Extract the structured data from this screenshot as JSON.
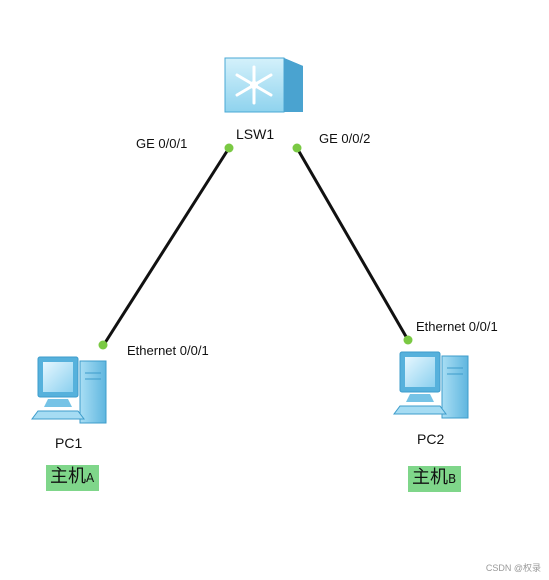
{
  "devices": {
    "switch": {
      "name": "LSW1"
    },
    "pc1": {
      "name": "PC1",
      "tag_main": "主机",
      "tag_sub": "A"
    },
    "pc2": {
      "name": "PC2",
      "tag_main": "主机",
      "tag_sub": "B"
    }
  },
  "ports": {
    "sw_left": "GE 0/0/1",
    "sw_right": "GE 0/0/2",
    "pc1": "Ethernet 0/0/1",
    "pc2": "Ethernet 0/0/1"
  },
  "watermark": "CSDN @权录",
  "colors": {
    "link": "#111111",
    "port_dot": "#7ac943",
    "tag_bg": "#7fd68a",
    "device_blue": "#7fc8ea"
  }
}
